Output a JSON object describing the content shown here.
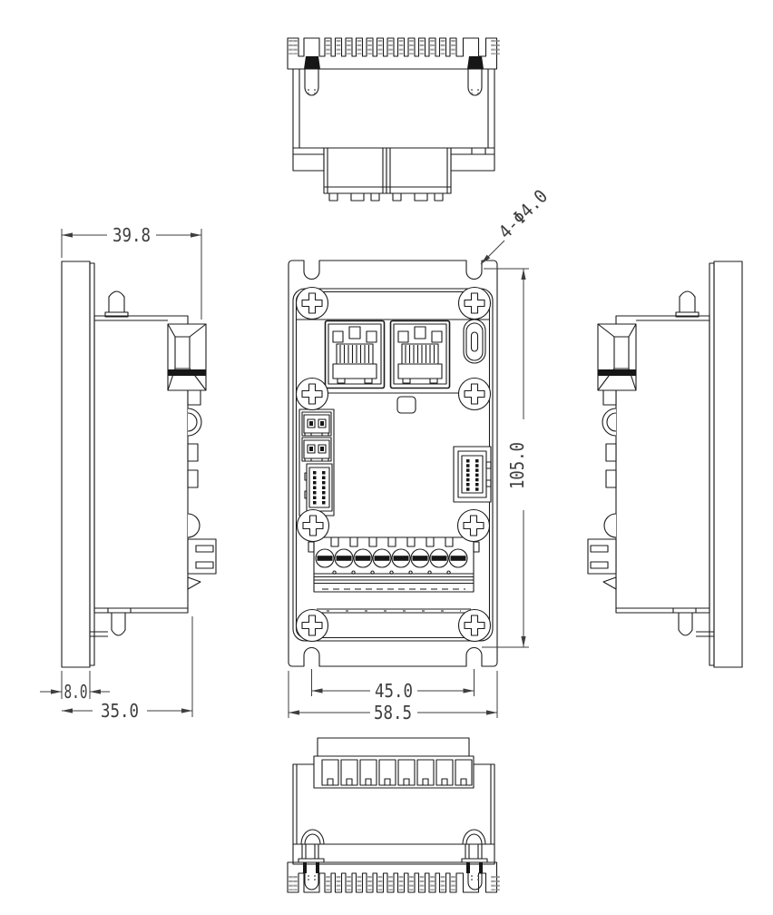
{
  "drawing": {
    "dims": {
      "side_depth_total": "39.8",
      "plate_thickness": "8.0",
      "body_depth": "35.0",
      "mount_hole_spacing": "45.0",
      "overall_width": "58.5",
      "overall_height": "105.0",
      "mount_holes_callout": "4-Φ4.0"
    },
    "colors": {
      "line": "#1b1b1b",
      "dimension": "#3e3e3e",
      "background": "#ffffff"
    }
  }
}
